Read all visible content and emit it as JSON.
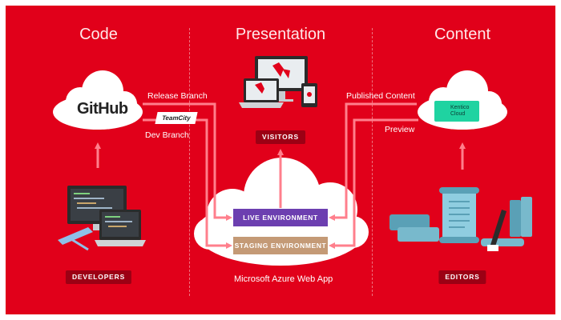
{
  "columns": {
    "code": "Code",
    "presentation": "Presentation",
    "content": "Content"
  },
  "nodes": {
    "github": "GitHub",
    "teamcity": "TeamCity",
    "kentico": [
      "Kentico",
      "Cloud"
    ],
    "live": "LIVE ENVIRONMENT",
    "staging": "STAGING ENVIRONMENT",
    "azure": "Microsoft Azure Web App"
  },
  "edges": {
    "release_branch": "Release Branch",
    "dev_branch": "Dev Branch",
    "published_content": "Published Content",
    "preview": "Preview"
  },
  "tags": {
    "visitors": "VISITORS",
    "developers": "DEVELOPERS",
    "editors": "EDITORS"
  },
  "colors": {
    "background": "#e1001a",
    "arrow": "#ff7f8c",
    "live": "#6c3fb0",
    "staging": "#c49a76",
    "kentico": "#1fd3a1",
    "tag": "#9c0014"
  },
  "icons": [
    "cloud-icon",
    "devices-icon",
    "developer-computers-icon",
    "editor-scrolls-icon",
    "pencil-icon"
  ]
}
